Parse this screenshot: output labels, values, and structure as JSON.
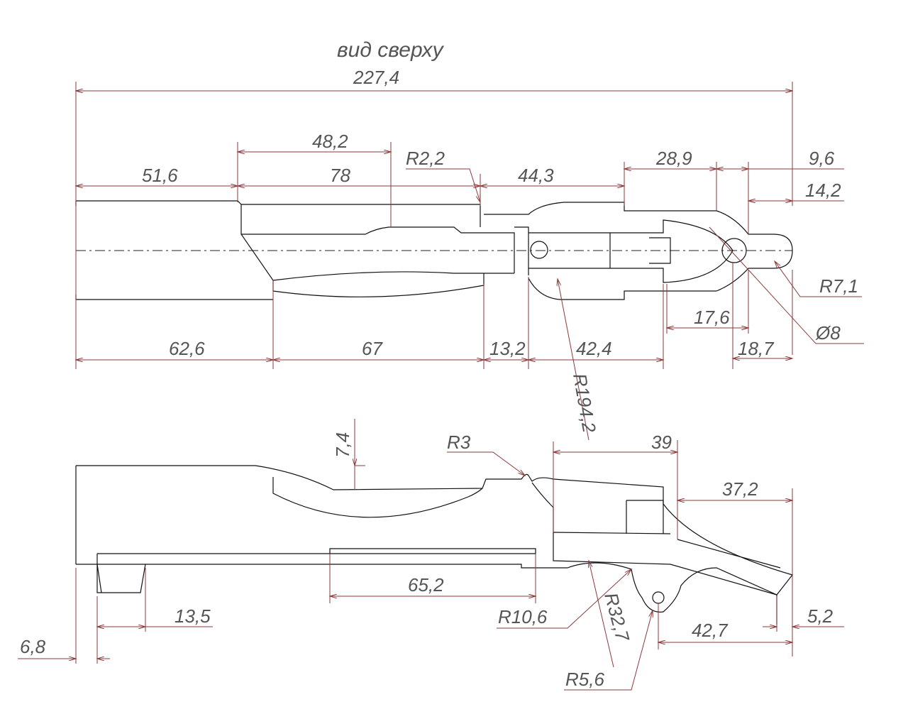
{
  "title": "вид сверху",
  "colors": {
    "dimension": "#8b3a3a",
    "geometry": "#111111",
    "text": "#555555"
  },
  "top_view": {
    "overall": "227,4",
    "d48": "48,2",
    "d78": "78",
    "d51": "51,6",
    "r22": "R2,2",
    "d44": "44,3",
    "d28": "28,9",
    "d96": "9,6",
    "d142": "14,2",
    "r71": "R7,1",
    "dia8": "Ø8",
    "d176": "17,6",
    "d187": "18,7",
    "d626": "62,6",
    "d67": "67",
    "d132": "13,2",
    "d424": "42,4",
    "r1942": "R194,2"
  },
  "side_view": {
    "d74": "7,4",
    "r3": "R3",
    "d39": "39",
    "d372": "37,2",
    "d652": "65,2",
    "r106": "R10,6",
    "d135": "13,5",
    "r327": "R32,7",
    "d52": "5,2",
    "d427": "42,7",
    "d68": "6,8",
    "r56": "R5,6"
  }
}
